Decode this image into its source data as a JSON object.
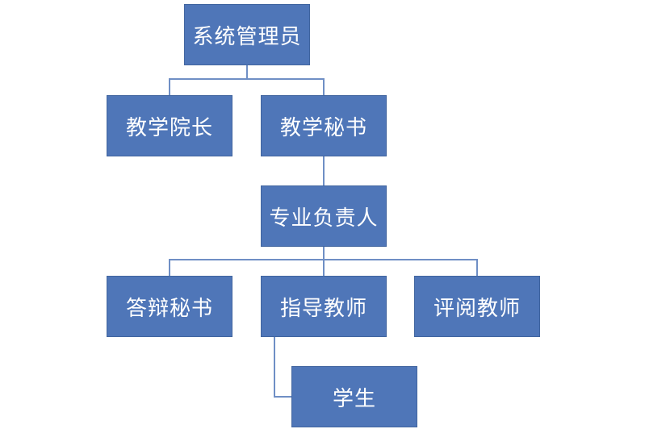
{
  "org_chart": {
    "nodes": {
      "admin": "系统管理员",
      "dean": "教学院长",
      "secretary": "教学秘书",
      "major_lead": "专业负责人",
      "defense_secretary": "答辩秘书",
      "advisor": "指导教师",
      "reviewer": "评阅教师",
      "student": "学生"
    },
    "links": [
      [
        "admin",
        "dean"
      ],
      [
        "admin",
        "secretary"
      ],
      [
        "secretary",
        "major_lead"
      ],
      [
        "major_lead",
        "defense_secretary"
      ],
      [
        "major_lead",
        "advisor"
      ],
      [
        "major_lead",
        "reviewer"
      ],
      [
        "advisor",
        "student"
      ]
    ]
  },
  "colors": {
    "node_fill": "#4f76b8",
    "node_border": "#41659f",
    "node_text": "#ffffff",
    "connector": "#6f8fc5"
  }
}
